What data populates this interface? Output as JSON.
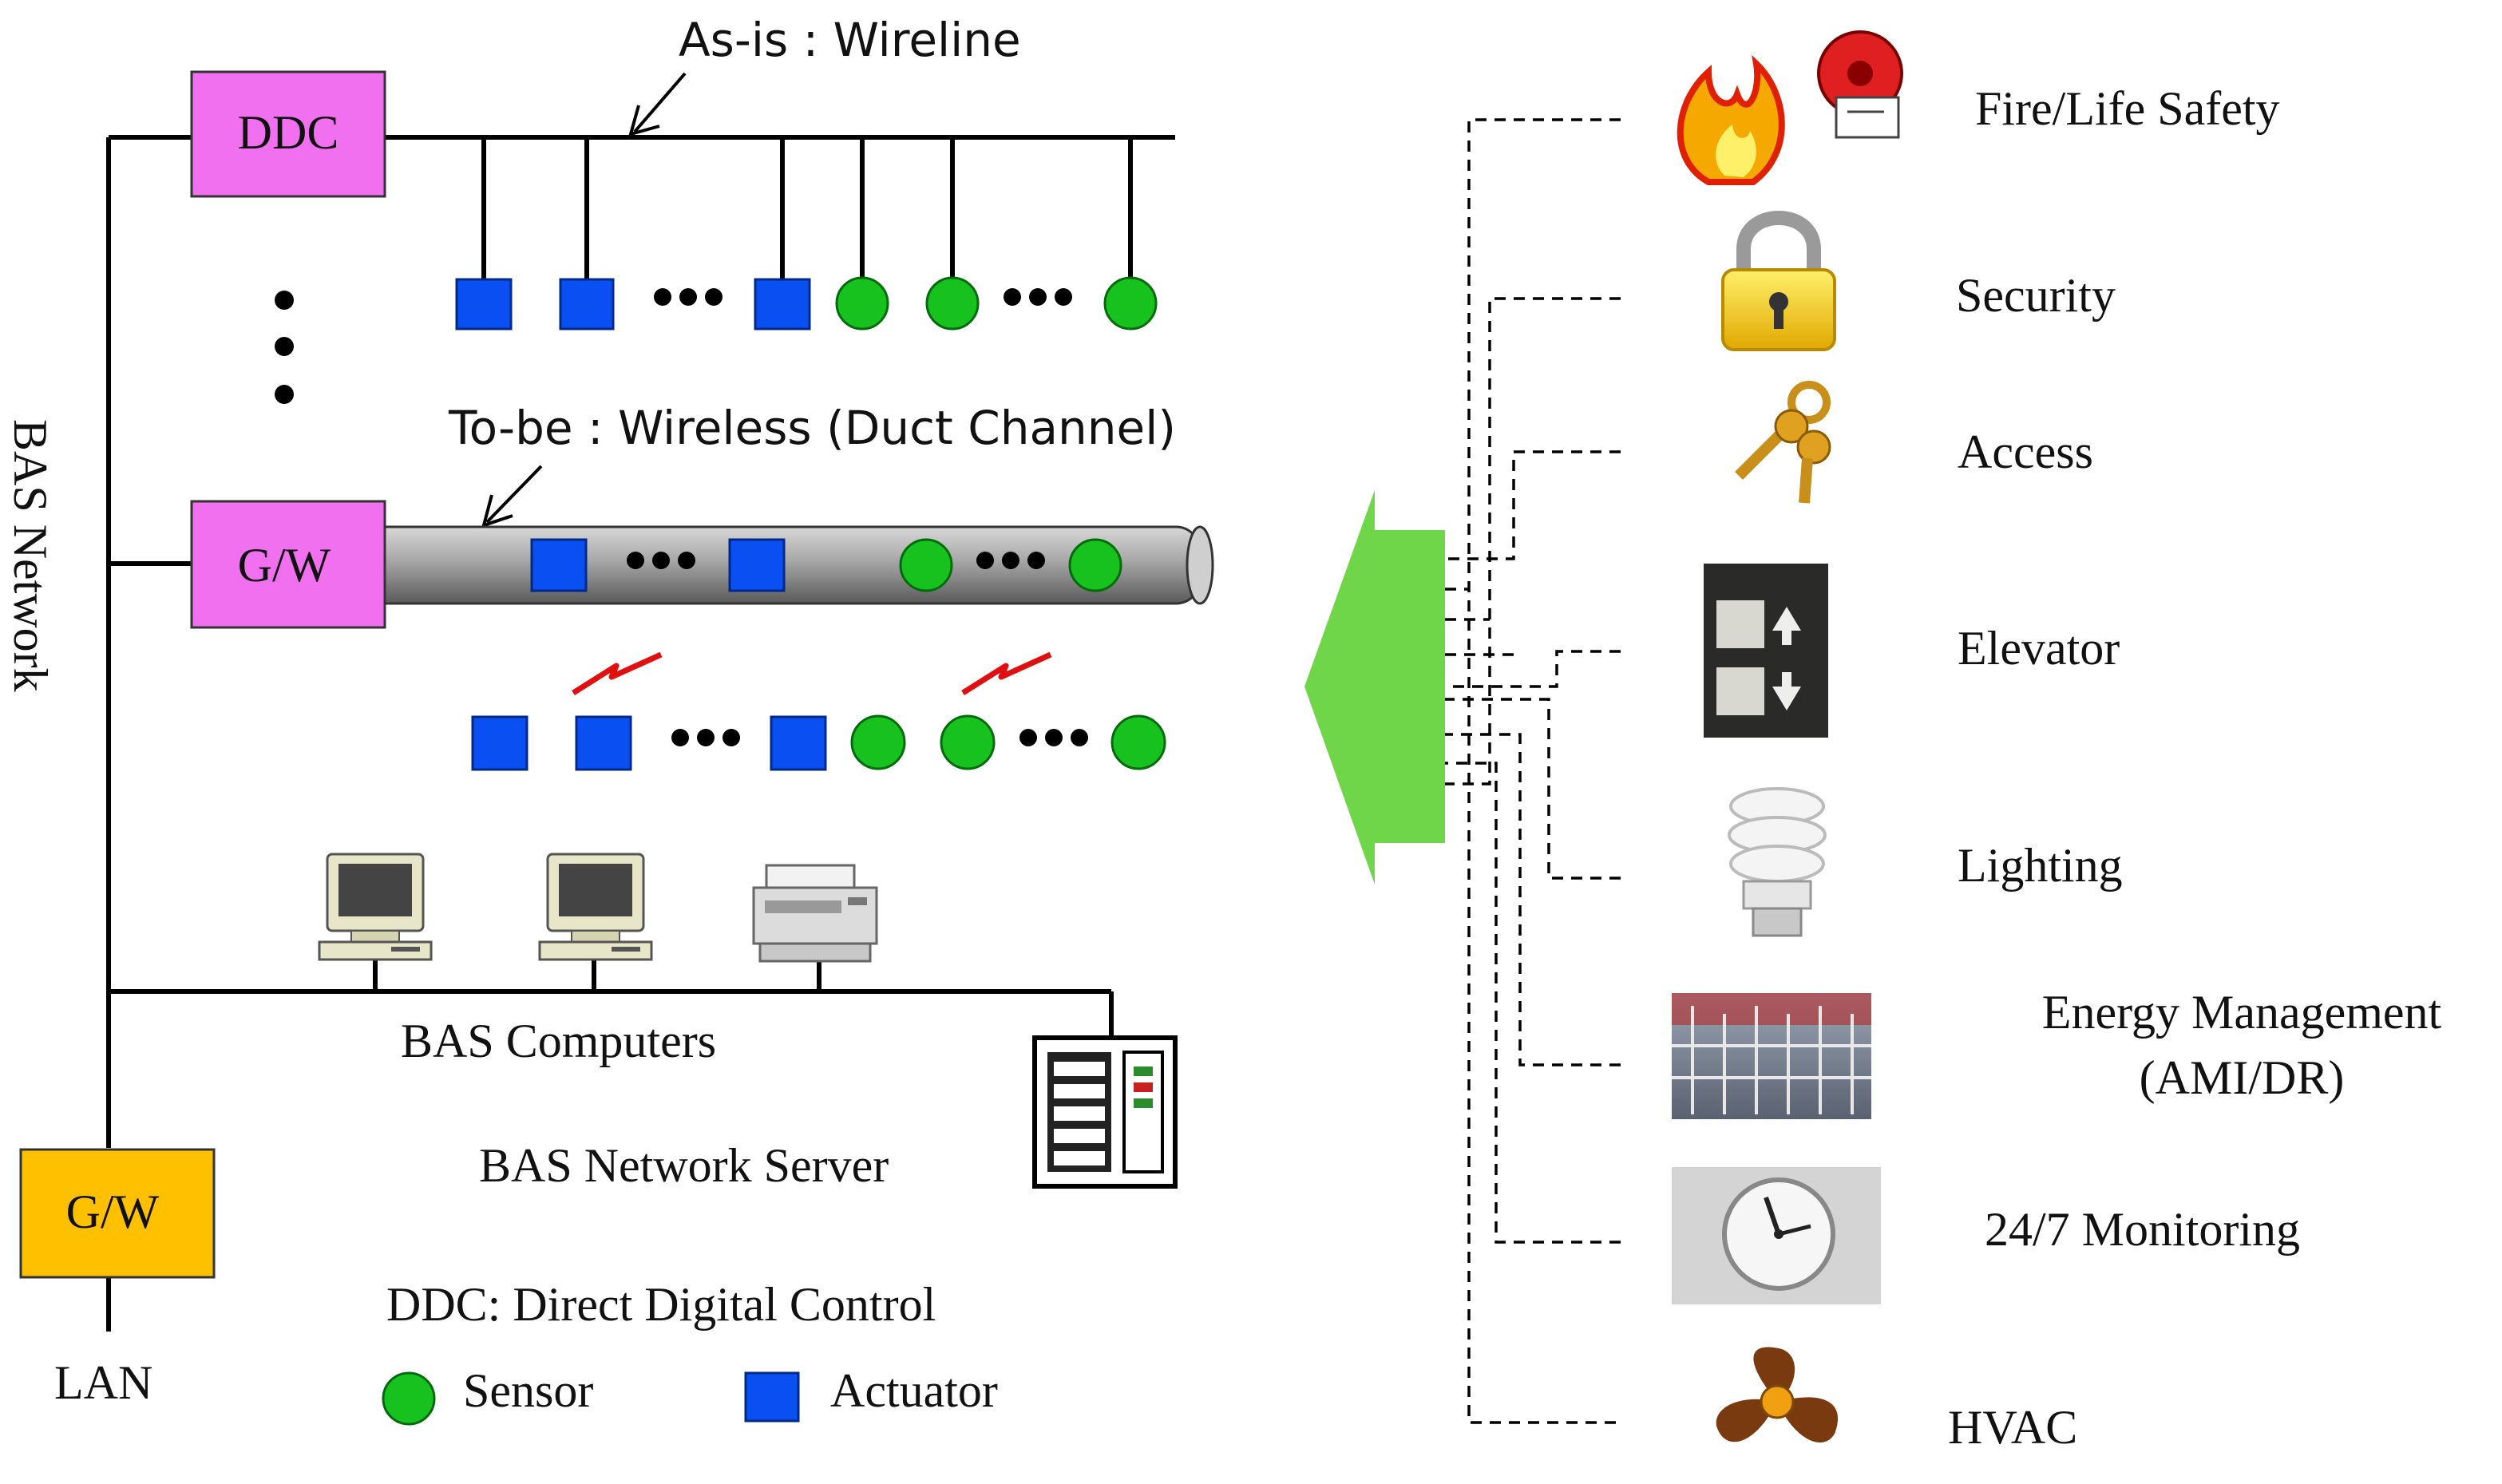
{
  "left_panel": {
    "as_is_label": "As-is : Wireline",
    "to_be_label": "To-be : Wireless (Duct Channel)",
    "ddc_box": "DDC",
    "gw_box_top": "G/W",
    "gw_box_bottom": "G/W",
    "bas_network_label": "BAS Network",
    "bas_computers_label": "BAS Computers",
    "bas_server_label": "BAS Network Server",
    "lan_label": "LAN",
    "ddc_definition": "DDC: Direct Digital Control",
    "legend": {
      "sensor_label": "Sensor",
      "actuator_label": "Actuator"
    }
  },
  "right_panel": {
    "systems": [
      {
        "label": "Fire/Life Safety",
        "icon": "fire-alarm-icon"
      },
      {
        "label": "Security",
        "icon": "padlock-icon"
      },
      {
        "label": "Access",
        "icon": "keys-icon"
      },
      {
        "label": "Elevator",
        "icon": "elevator-buttons-icon"
      },
      {
        "label": "Lighting",
        "icon": "cfl-bulb-icon"
      },
      {
        "label": "Energy Management",
        "label_line2": "(AMI/DR)",
        "icon": "power-grid-icon"
      },
      {
        "label": "24/7 Monitoring",
        "icon": "clock-icon"
      },
      {
        "label": "HVAC",
        "icon": "fan-icon"
      }
    ]
  },
  "colors": {
    "ddc_fill": "#f070f0",
    "gw_top_fill": "#f070f0",
    "gw_bottom_fill": "#ffc000",
    "actuator": "#0a4ff2",
    "sensor": "#17c21f",
    "arrow": "#6fd64a",
    "wireless_signal": "#e01010",
    "duct": "#9a9a9a"
  }
}
